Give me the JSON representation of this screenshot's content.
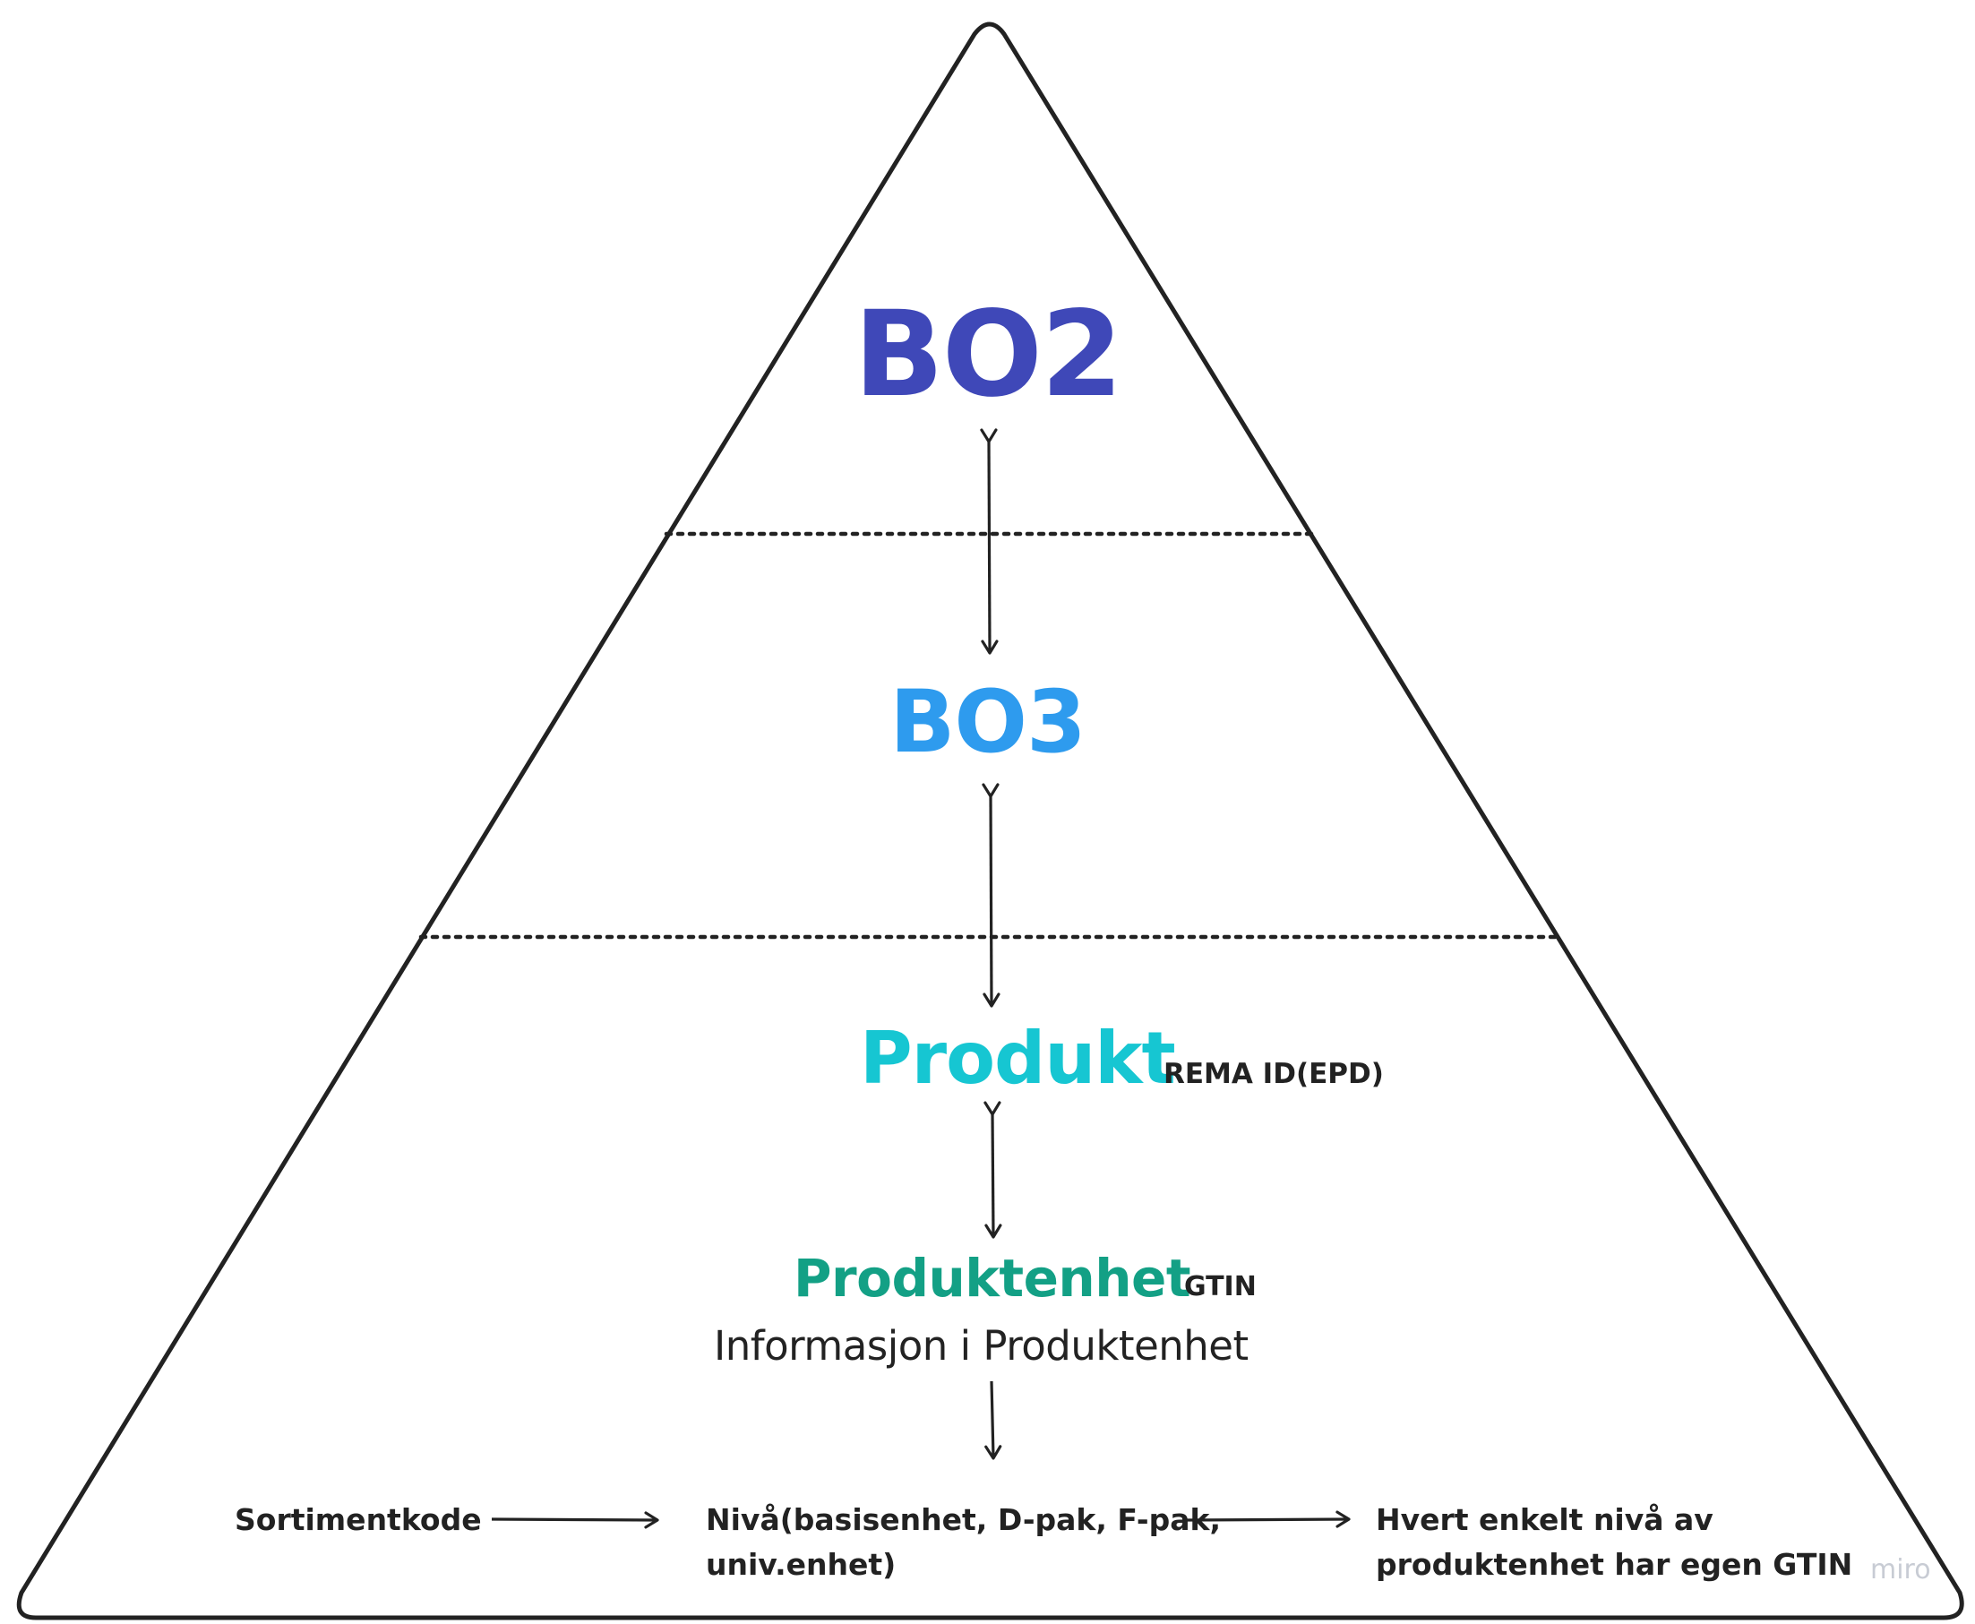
{
  "diagram": {
    "levels": [
      {
        "name": "BO2",
        "color": "#3F48B8"
      },
      {
        "name": "BO3",
        "color": "#2E9BEE"
      },
      {
        "name": "Produkt",
        "identifier": "REMA ID(EPD)",
        "color": "#16C6D2"
      },
      {
        "name": "Produktenhet",
        "identifier": "GTIN",
        "color": "#13A085"
      }
    ],
    "info_label": "Informasjon i Produktenhet",
    "bottom_row": {
      "item_1": "Sortimentkode",
      "item_2_line_1": "Nivå(basisenhet, D-pak, F-pak,",
      "item_2_line_2": "univ.enhet)",
      "item_3_line_1": "Hvert enkelt nivå av",
      "item_3_line_2": "produktenhet har egen GTIN"
    },
    "text_color": "#222222",
    "outline_color": "#222222"
  },
  "watermark": {
    "text": "miro",
    "color": "#C8CCD4"
  }
}
